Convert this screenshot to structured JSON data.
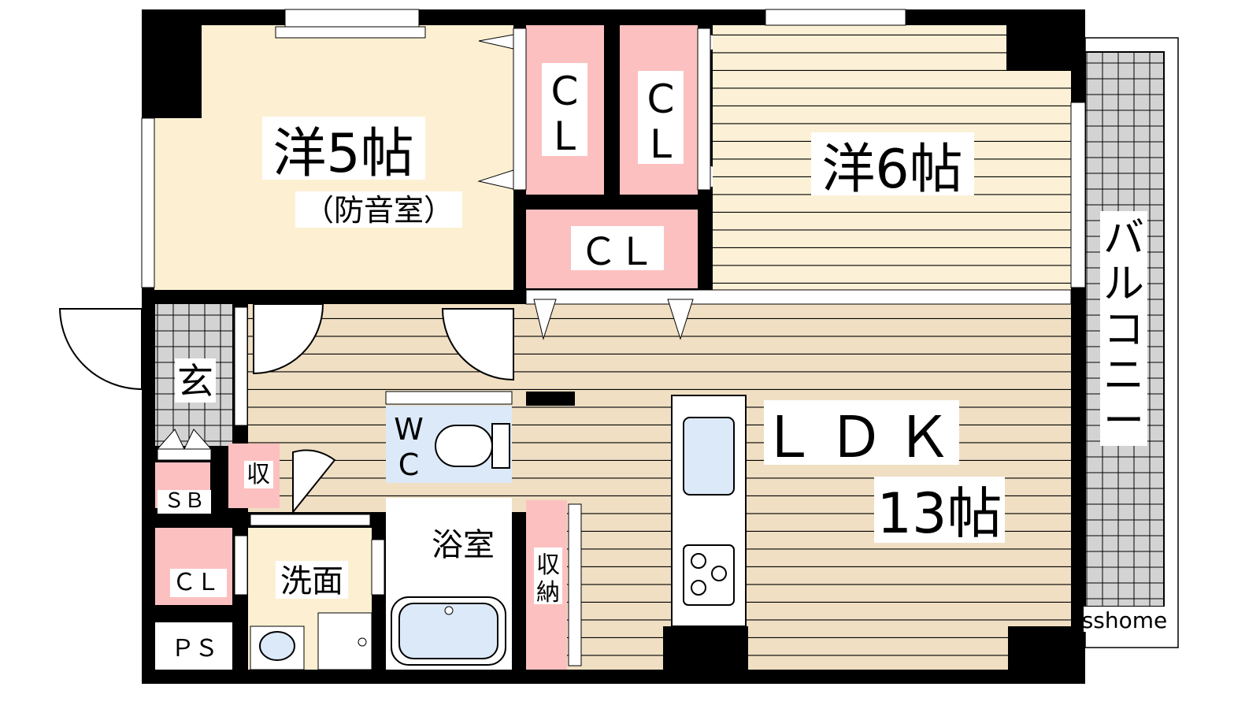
{
  "rooms": {
    "western5": {
      "name": "洋5帖",
      "note": "（防音室）"
    },
    "western6": {
      "name": "洋6帖"
    },
    "ldk": {
      "name": "ＬＤＫ",
      "size": "13帖"
    },
    "entrance": {
      "name": "玄"
    },
    "shoebox": {
      "name": "ＳＢ"
    },
    "storage_small": {
      "name": "収"
    },
    "closet_a": {
      "top": "C",
      "bottom": "L"
    },
    "closet_b": {
      "top": "C",
      "bottom": "L"
    },
    "closet_c": {
      "name": "ＣＬ"
    },
    "closet_d": {
      "name": "ＣＬ"
    },
    "washroom": {
      "name": "洗面"
    },
    "wc": {
      "top": "W",
      "bottom": "C"
    },
    "bathroom": {
      "name": "浴室"
    },
    "storage": {
      "top": "収",
      "bottom": "納"
    },
    "ps": {
      "name": "ＰＳ"
    },
    "balcony": {
      "chars": [
        "バ",
        "ル",
        "コ",
        "ニ",
        "ー"
      ]
    }
  },
  "watermark": "sshome",
  "colors": {
    "wall": "#000000",
    "room_cream": "#fdf0d2",
    "room_floor": "#f0dfc3",
    "closet_pink": "#fdc0c0",
    "tile_gray": "#d3d3d3",
    "fixture_blue": "#dce9f8"
  }
}
